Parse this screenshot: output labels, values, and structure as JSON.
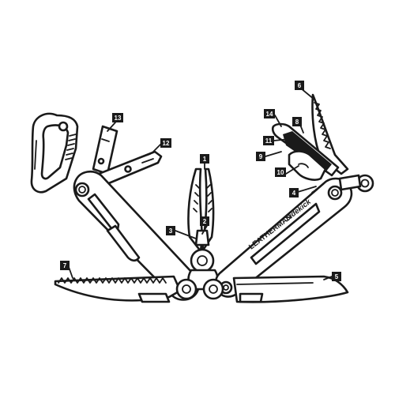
{
  "diagram": {
    "brand_text": "LEATHERMAN",
    "model_text": "Sidekick",
    "trademark": "™",
    "callouts": [
      "1",
      "2",
      "3",
      "4",
      "5",
      "6",
      "7",
      "8",
      "9",
      "10",
      "11",
      "12",
      "13",
      "14"
    ]
  }
}
